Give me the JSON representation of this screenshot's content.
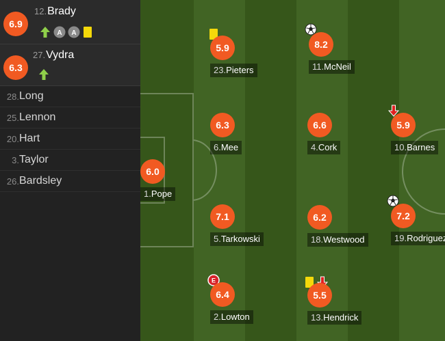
{
  "substitutes_on": [
    {
      "number": "12.",
      "name": "Brady",
      "rating": "6.9",
      "events": [
        "sub-in-arrow",
        "assist-badge",
        "assist-badge",
        "yellow-card"
      ],
      "assist_label": "A"
    },
    {
      "number": "27.",
      "name": "Vydra",
      "rating": "6.3",
      "events": [
        "sub-in-arrow"
      ]
    }
  ],
  "bench": [
    {
      "number": "28.",
      "name": "Long"
    },
    {
      "number": "25.",
      "name": "Lennon"
    },
    {
      "number": "20.",
      "name": "Hart"
    },
    {
      "number": "3.",
      "name": "Taylor"
    },
    {
      "number": "26.",
      "name": "Bardsley"
    }
  ],
  "players": [
    {
      "number": "1.",
      "name": "Pope",
      "rating": "6.0",
      "events": []
    },
    {
      "number": "23.",
      "name": "Pieters",
      "rating": "5.9",
      "events": [
        "yellow-card"
      ]
    },
    {
      "number": "6.",
      "name": "Mee",
      "rating": "6.3",
      "events": []
    },
    {
      "number": "5.",
      "name": "Tarkowski",
      "rating": "7.1",
      "events": []
    },
    {
      "number": "2.",
      "name": "Lowton",
      "rating": "6.4",
      "events": [
        "error-badge"
      ],
      "error_label": "E"
    },
    {
      "number": "11.",
      "name": "McNeil",
      "rating": "8.2",
      "events": [
        "goal-ball"
      ]
    },
    {
      "number": "4.",
      "name": "Cork",
      "rating": "6.6",
      "events": []
    },
    {
      "number": "18.",
      "name": "Westwood",
      "rating": "6.2",
      "events": []
    },
    {
      "number": "13.",
      "name": "Hendrick",
      "rating": "5.5",
      "events": [
        "yellow-card",
        "sub-off-arrow"
      ]
    },
    {
      "number": "10.",
      "name": "Barnes",
      "rating": "5.9",
      "events": [
        "sub-off-arrow"
      ]
    },
    {
      "number": "19.",
      "name": "Rodriguez",
      "rating": "7.2",
      "events": [
        "goal-ball"
      ]
    }
  ],
  "colors": {
    "rating_orange": "#f15a22",
    "sub_in_green": "#8fcf4a",
    "sub_off_red": "#e02020",
    "yellow_card": "#f5d90a",
    "pitch_dark": "#36561a",
    "pitch_light": "#416424"
  }
}
